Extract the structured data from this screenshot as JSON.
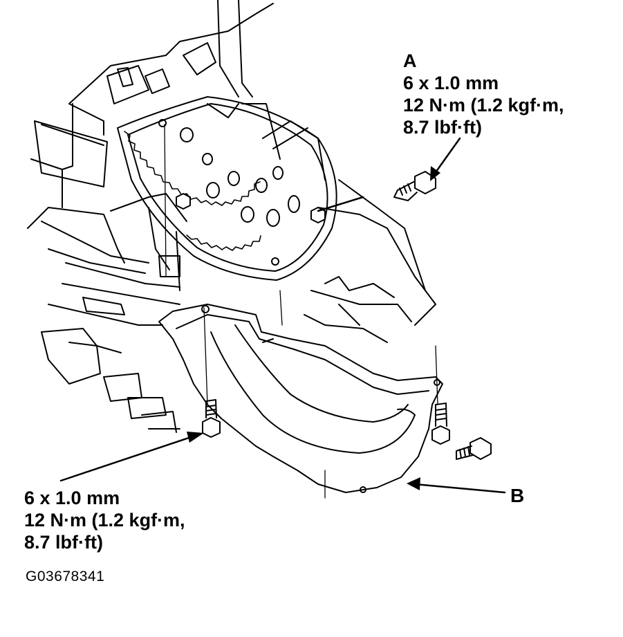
{
  "callout_a": {
    "letter": "A",
    "size": "6 x 1.0 mm",
    "torque_line1": "12 N·m (1.2 kgf·m,",
    "torque_line2": "8.7 lbf·ft)"
  },
  "callout_bottom": {
    "size": "6 x 1.0 mm",
    "torque_line1": "12 N·m (1.2 kgf·m,",
    "torque_line2": "8.7 lbf·ft)"
  },
  "callout_b": {
    "letter": "B"
  },
  "figure_id": "G03678341",
  "colors": {
    "ink": "#000000",
    "paper": "#ffffff"
  }
}
